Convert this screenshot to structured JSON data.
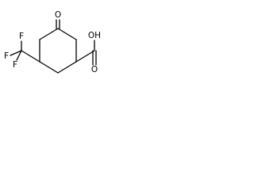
{
  "molecule": {
    "description_visible": "",
    "atoms": {
      "ketone_oxygen": "O",
      "carboxyl_oxygen_double": "O",
      "carboxyl_hydroxyl": "OH",
      "fluorine_top": "F",
      "fluorine_left": "F",
      "fluorine_bottom": "F"
    }
  }
}
